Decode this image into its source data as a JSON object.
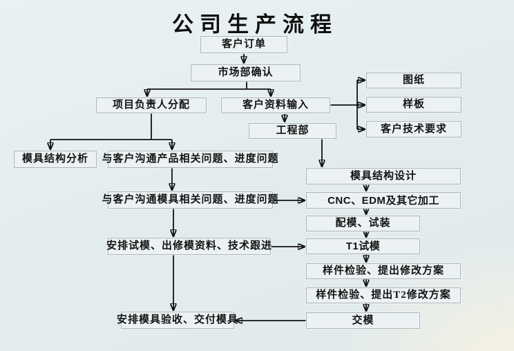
{
  "title": "公司生产流程",
  "colors": {
    "background": "#e3edef",
    "corner_glow": "#f8f2e2",
    "node_fill": "#ecf2f3",
    "node_border": "#a9b5b7",
    "line": "#111111",
    "text": "#141414"
  },
  "nodes": {
    "customer_order": {
      "label": "客户订单"
    },
    "marketing_confirm": {
      "label": "市场部确认"
    },
    "project_leader": {
      "label": "项目负责人分配"
    },
    "customer_data": {
      "label": "客户资料输入"
    },
    "drawings": {
      "label": "图纸"
    },
    "sample_board": {
      "label": "样板"
    },
    "customer_tech_req": {
      "label": "客户技术要求"
    },
    "engineering_dept": {
      "label": "工程部"
    },
    "mold_structure_analysis": {
      "label": "模具结构分析"
    },
    "comm_product_issues": {
      "label": "与客户沟通产品相关问题、进度问题"
    },
    "comm_mold_issues": {
      "label": "与客户沟通模具相关问题、进度问题"
    },
    "arrange_trial_mold": {
      "label": "安排试模、出修模资料、技术跟进"
    },
    "arrange_acceptance": {
      "label": "安排模具验收、交付模具"
    },
    "mold_structure_design": {
      "label": "模具结构设计"
    },
    "cnc_edm": {
      "label": "CNC、EDM及其它加工"
    },
    "fit_trial_assembly": {
      "label": "配模、试装"
    },
    "t1_trial": {
      "label": "T1试模"
    },
    "sample_inspection_1": {
      "label": "样件检验、提出修改方案"
    },
    "sample_inspection_2": {
      "label": "样件检验、提出T2修改方案"
    },
    "deliver_mold": {
      "label": "交模"
    }
  },
  "edges": [
    {
      "from": "customer_order",
      "to": "marketing_confirm"
    },
    {
      "from": "marketing_confirm",
      "to": "project_leader"
    },
    {
      "from": "marketing_confirm",
      "to": "customer_data"
    },
    {
      "from": "customer_data",
      "to": "drawings"
    },
    {
      "from": "customer_data",
      "to": "sample_board"
    },
    {
      "from": "customer_data",
      "to": "customer_tech_req"
    },
    {
      "from": "customer_data",
      "to": "engineering_dept"
    },
    {
      "from": "engineering_dept",
      "to": "mold_structure_design"
    },
    {
      "from": "project_leader",
      "to": "mold_structure_analysis"
    },
    {
      "from": "project_leader",
      "to": "comm_product_issues"
    },
    {
      "from": "comm_product_issues",
      "to": "comm_mold_issues"
    },
    {
      "from": "comm_mold_issues",
      "to": "cnc_edm"
    },
    {
      "from": "comm_mold_issues",
      "to": "arrange_trial_mold"
    },
    {
      "from": "arrange_trial_mold",
      "to": "t1_trial"
    },
    {
      "from": "arrange_trial_mold",
      "to": "arrange_acceptance"
    },
    {
      "from": "mold_structure_design",
      "to": "cnc_edm"
    },
    {
      "from": "cnc_edm",
      "to": "fit_trial_assembly"
    },
    {
      "from": "fit_trial_assembly",
      "to": "t1_trial"
    },
    {
      "from": "t1_trial",
      "to": "sample_inspection_1"
    },
    {
      "from": "sample_inspection_1",
      "to": "sample_inspection_2"
    },
    {
      "from": "sample_inspection_2",
      "to": "deliver_mold"
    },
    {
      "from": "deliver_mold",
      "to": "arrange_acceptance"
    }
  ]
}
